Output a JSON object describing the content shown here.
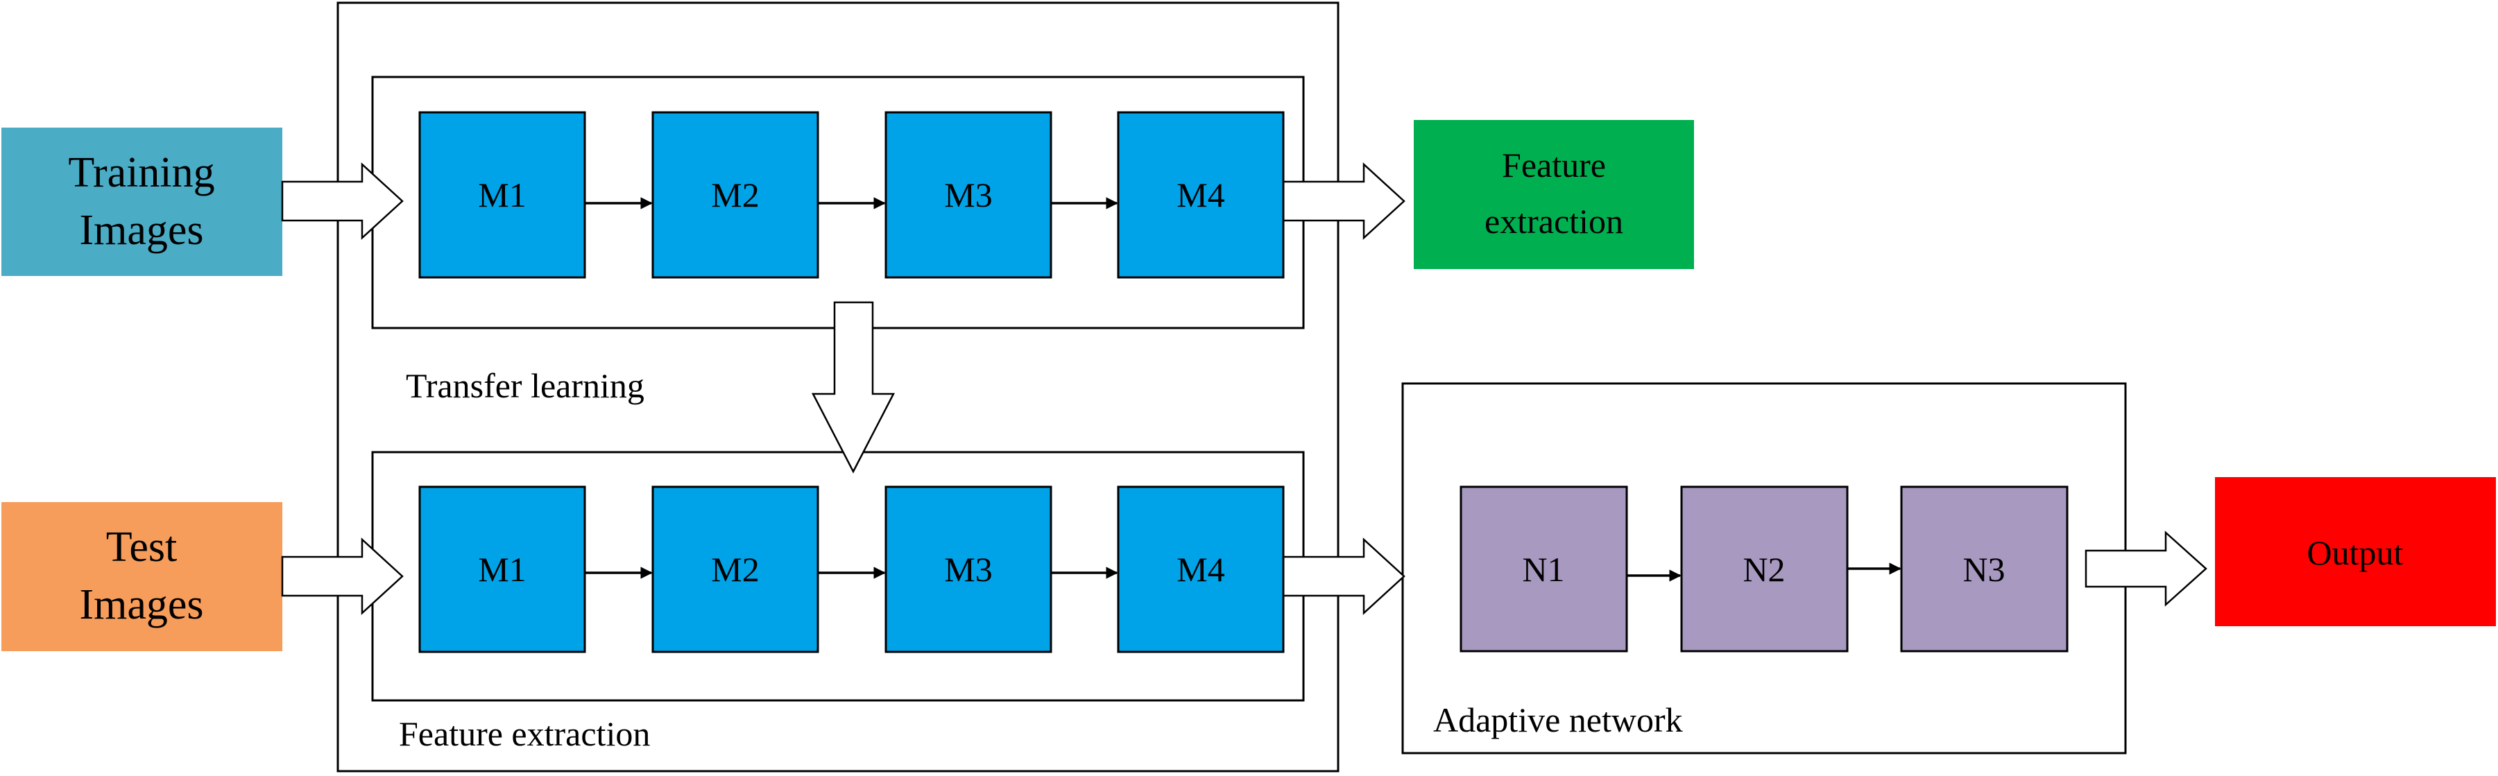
{
  "inputs": {
    "training": {
      "line1": "Training",
      "line2": "Images"
    },
    "test": {
      "line1": "Test",
      "line2": "Images"
    }
  },
  "top_pipeline": {
    "blocks": [
      "M1",
      "M2",
      "M3",
      "M4"
    ],
    "label": "Transfer learning"
  },
  "bottom_pipeline": {
    "blocks": [
      "M1",
      "M2",
      "M3",
      "M4"
    ],
    "label": "Feature extraction"
  },
  "feature_output": {
    "line1": "Feature",
    "line2": "extraction"
  },
  "adaptive_network": {
    "blocks": [
      "N1",
      "N2",
      "N3"
    ],
    "label": "Adaptive network"
  },
  "output": {
    "label": "Output"
  },
  "colors": {
    "training_box": "#4bacc6",
    "test_box": "#f79d5b",
    "m_block": "#00a3e8",
    "n_block": "#a899c1",
    "feature_box": "#00b050",
    "output_box": "#ff0000"
  }
}
